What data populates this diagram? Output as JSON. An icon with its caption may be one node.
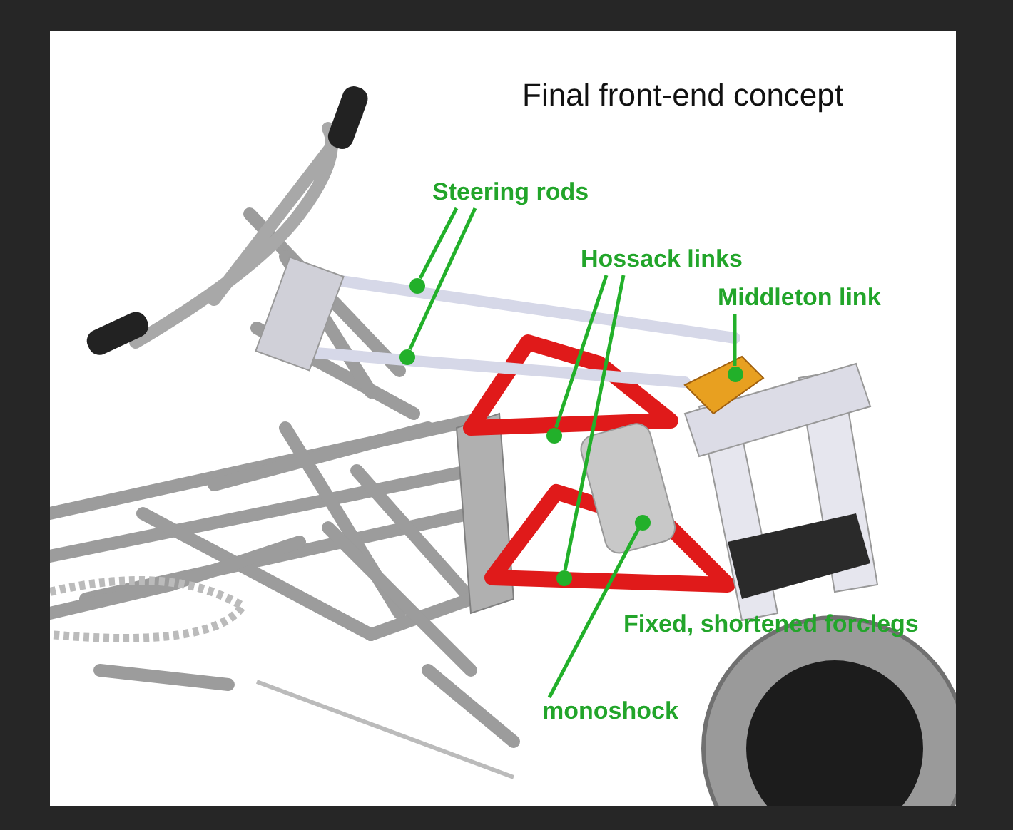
{
  "diagram": {
    "title": "Final front-end concept",
    "nodes": [
      {
        "text": [
          "Steering rods"
        ]
      },
      {
        "text": [],
        "shape": "circle"
      },
      {
        "text": [],
        "shape": "circle"
      },
      {
        "text": [
          "Hossack links"
        ]
      },
      {
        "text": [],
        "shape": "circle"
      },
      {
        "text": [],
        "shape": "circle"
      },
      {
        "text": [
          "Middleton link"
        ]
      },
      {
        "text": [],
        "shape": "circle"
      },
      {
        "text": [
          "monoshock"
        ]
      },
      {
        "text": [],
        "shape": "circle"
      }
    ],
    "edges": [
      {
        "from": 0,
        "to": 1,
        "arrow": "none"
      },
      {
        "from": 0,
        "to": 2,
        "arrow": "none"
      },
      {
        "from": 3,
        "to": 4,
        "arrow": "none"
      },
      {
        "from": 3,
        "to": 5,
        "arrow": "none"
      },
      {
        "from": 6,
        "to": 7,
        "arrow": "none"
      },
      {
        "from": 8,
        "to": 9,
        "arrow": "none"
      }
    ],
    "labels": [
      "Fixed, shortened forclegs"
    ]
  }
}
